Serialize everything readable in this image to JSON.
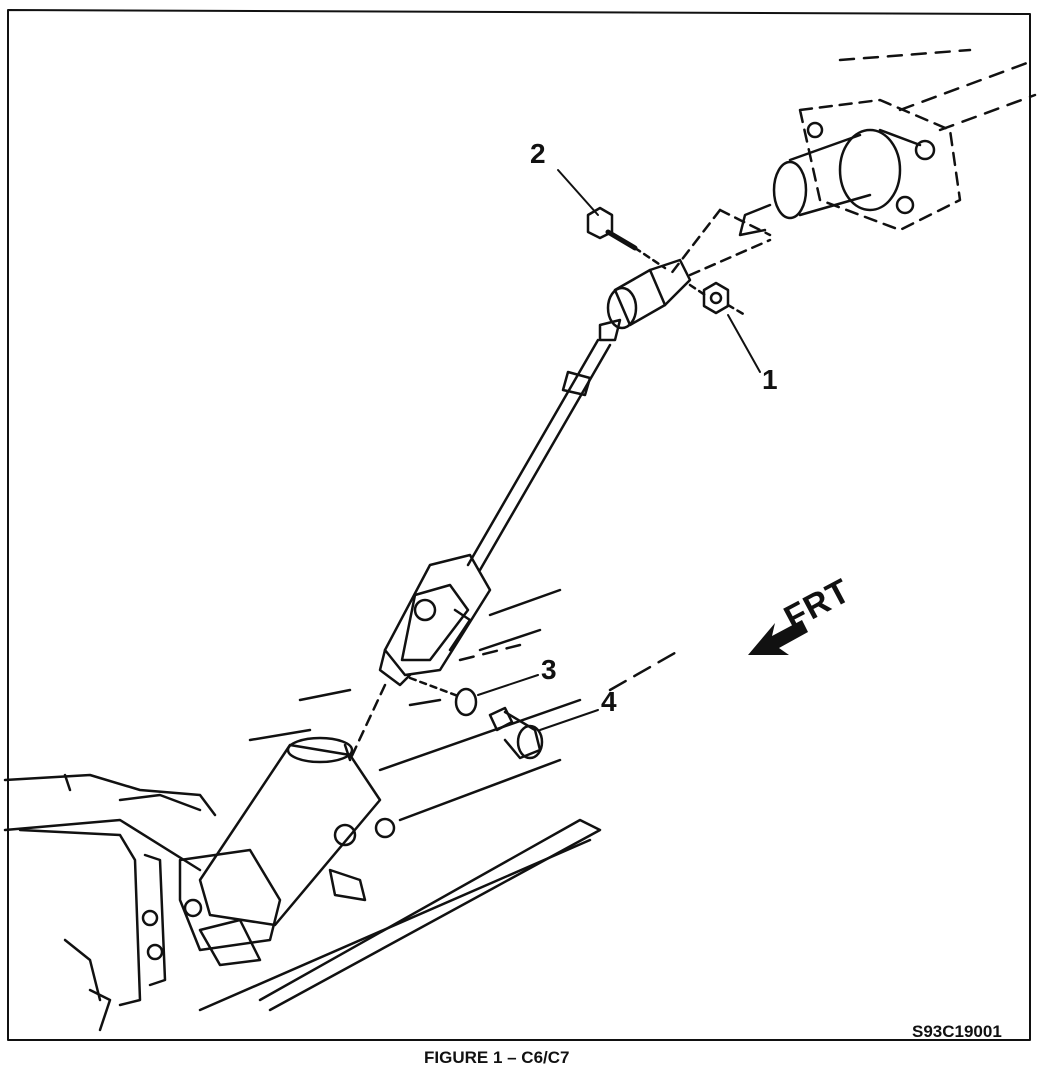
{
  "callouts": {
    "c1": "1",
    "c2": "2",
    "c3": "3",
    "c4": "4"
  },
  "direction_label": "FRT",
  "figure_code": "S93C19001",
  "caption": "FIGURE 1 – C6/C7",
  "icons": {
    "direction_arrow": "arrow-down-left-icon"
  }
}
